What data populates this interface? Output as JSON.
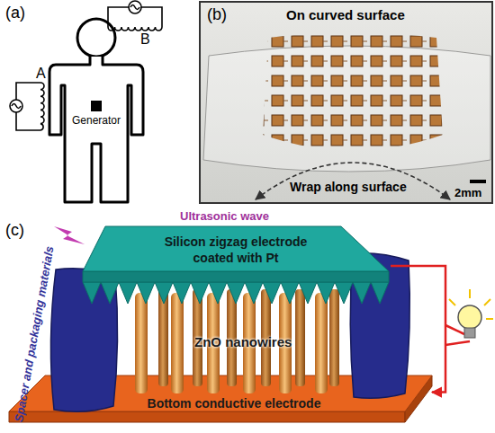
{
  "diagram": {
    "nodes": [
      {
        "text": [
          "Generator"
        ]
      },
      {
        "text": [
          "Silicon zigzag electrode coated with Pt"
        ]
      },
      {
        "text": [
          "Bottom conductive electrode"
        ]
      }
    ],
    "edges": [
      {
        "from": 1,
        "to": 2,
        "arrow": "to"
      }
    ],
    "labels": [
      "(a)",
      "A",
      "B",
      "(b)",
      "On curved surface",
      "Wrap along surface",
      "2mm",
      "(c)",
      "Ultrasonic wave",
      "ZnO nanowires",
      "Spacer and packaging materials"
    ]
  }
}
